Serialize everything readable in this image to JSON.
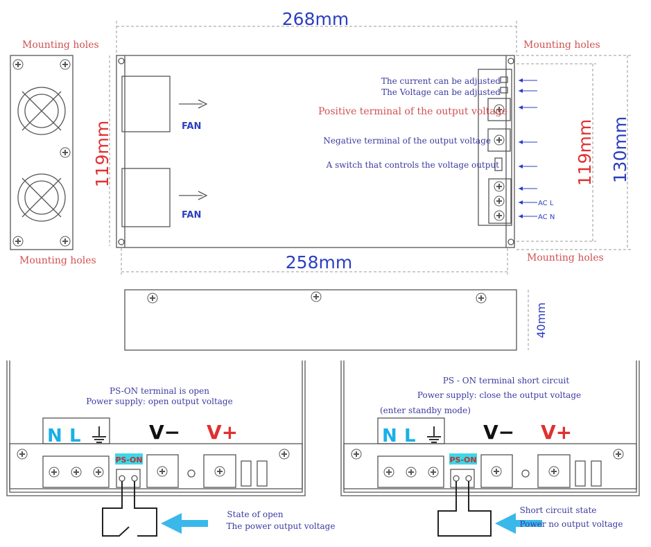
{
  "dimensions": {
    "width_top": "268mm",
    "width_bottom": "258mm",
    "height_left": "119mm",
    "height_right": "119mm",
    "height_total": "130mm",
    "depth": "40mm"
  },
  "mounting_holes": [
    "Mounting holes",
    "Mounting holes",
    "Mounting holes",
    "Mounting holes"
  ],
  "fan_labels": [
    "FAN",
    "FAN"
  ],
  "terminal_labels": {
    "current": "The current can be adjusted",
    "voltage": "The Voltage can be adjusted",
    "positive": "Positive terminal of the output voltage",
    "negative": "Negative terminal of the output voltage",
    "switch": "A switch that controls the voltage output",
    "acl": "AC L",
    "acn": "AC N"
  },
  "panel_open": {
    "title1": "PS-ON terminal is open",
    "title2": "Power supply: open output voltage",
    "n": "N",
    "l": "L",
    "vminus": "V−",
    "vplus": "V+",
    "pson": "PS-ON",
    "state1": "State of open",
    "state2": "The power output voltage"
  },
  "panel_short": {
    "title1": "PS - ON terminal short circuit",
    "title2": "Power supply: close the output voltage",
    "title3": "(enter standby mode)",
    "n": "N",
    "l": "L",
    "vminus": "V−",
    "vplus": "V+",
    "pson": "PS-ON",
    "state1": "Short circuit state",
    "state2": "Power no output voltage"
  },
  "colors": {
    "blue": "#2b3fc0",
    "red": "#e03030",
    "cyan": "#1ab0e8"
  }
}
